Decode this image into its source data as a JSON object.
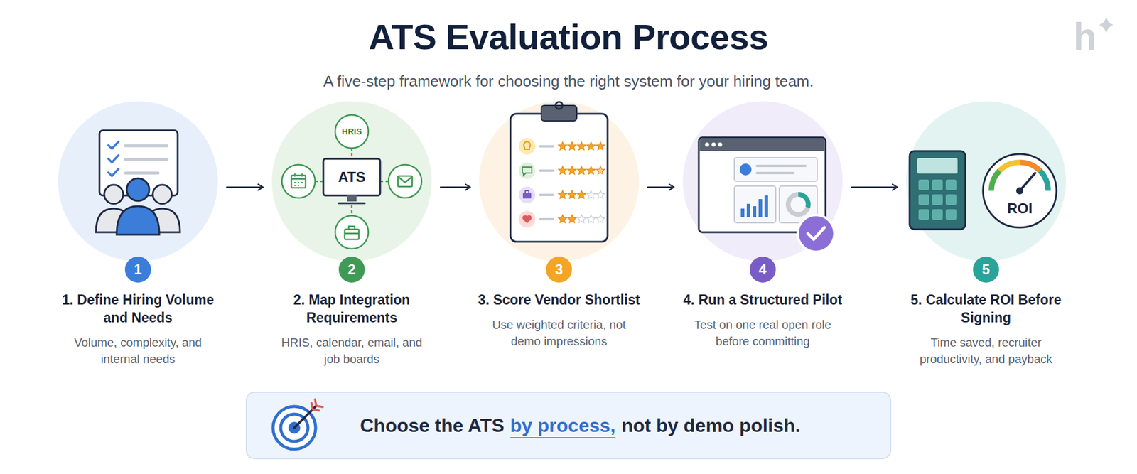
{
  "diagram": {
    "title": "ATS Evaluation Process",
    "caption": "A five-step framework for choosing the right system for your hiring team.",
    "nodes": [
      {
        "text": [
          "1. Define Hiring Volume and Needs",
          "Volume, complexity, and internal needs"
        ]
      },
      {
        "text": [
          "1"
        ],
        "in": 0
      },
      {
        "text": [
          "2. Map Integration Requirements",
          "HRIS, calendar, email, and job boards"
        ]
      },
      {
        "text": [
          "2"
        ],
        "in": 2
      },
      {
        "text": [
          "3. Score Vendor Shortlist",
          "Use weighted criteria, not demo impressions"
        ]
      },
      {
        "text": [
          "3"
        ],
        "in": 4
      },
      {
        "text": [
          "4. Run a Structured Pilot",
          "Test on one real open role before committing"
        ]
      },
      {
        "text": [
          "4"
        ],
        "in": 6
      },
      {
        "text": [
          "5. Calculate ROI Before Signing",
          "Time saved, recruiter productivity, and payback"
        ]
      },
      {
        "text": [
          "5"
        ],
        "in": 8
      },
      {
        "text": [
          "Choose the ATS",
          "by process,",
          "not by demo polish."
        ]
      }
    ],
    "edges": [
      {
        "from": 0,
        "to": 2,
        "arrow": "to"
      },
      {
        "from": 2,
        "to": 4,
        "arrow": "to"
      },
      {
        "from": 4,
        "to": 6,
        "arrow": "to"
      },
      {
        "from": 6,
        "to": 8,
        "arrow": "to"
      }
    ],
    "labels": [
      "HRIS",
      "ATS",
      "ROI",
      "h"
    ]
  }
}
